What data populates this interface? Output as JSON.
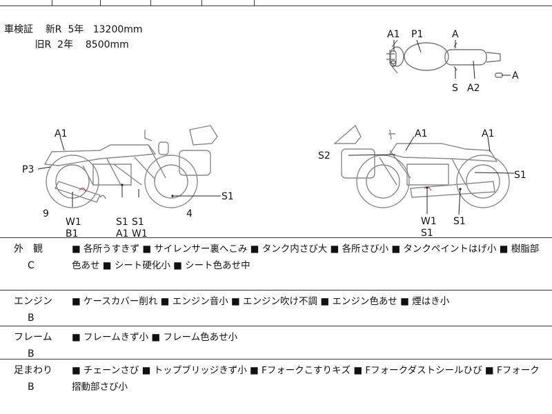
{
  "registration": {
    "label": "車検証",
    "rows": [
      {
        "name": "新R",
        "years": "5年",
        "price": "13200mm"
      },
      {
        "name": "旧R",
        "years": "2年",
        "price": "8500mm"
      }
    ]
  },
  "diagram": {
    "top_view": {
      "labels": [
        "A1",
        "P1",
        "A",
        "A",
        "S",
        "A2"
      ]
    },
    "left_side": {
      "labels": [
        "A1",
        "P3",
        "9",
        "W1",
        "B1",
        "S1",
        "S1",
        "A1",
        "W1",
        "4",
        "S1"
      ]
    },
    "right_side": {
      "labels": [
        "S2",
        "A1",
        "A1",
        "S1",
        "W1",
        "S1",
        "S1"
      ]
    }
  },
  "sections": [
    {
      "label": "外　観",
      "grade": "C",
      "text": "■ 各所うすきず ■ サイレンサー裏へこみ ■ タンク内さび大 ■ 各所さび小 ■ タンクペイントはげ小 ■ 樹脂部色あせ ■ シート硬化小 ■ シート色あせ中"
    },
    {
      "label": "エンジン",
      "grade": "B",
      "text": "■ ケースカバー削れ ■ エンジン音小 ■ エンジン吹け不調 ■ エンジン色あせ ■ 煙はき小"
    },
    {
      "label": "フレーム",
      "grade": "B",
      "text": "■ フレームきず小 ■ フレーム色あせ小"
    },
    {
      "label": "足まわり",
      "grade": "B",
      "text": "■ チェーンさび ■ トップブリッジきず小 ■ Fフォークこすりキズ ■ Fフォークダストシールひび ■ Fフォーク摺動部さび小"
    }
  ]
}
